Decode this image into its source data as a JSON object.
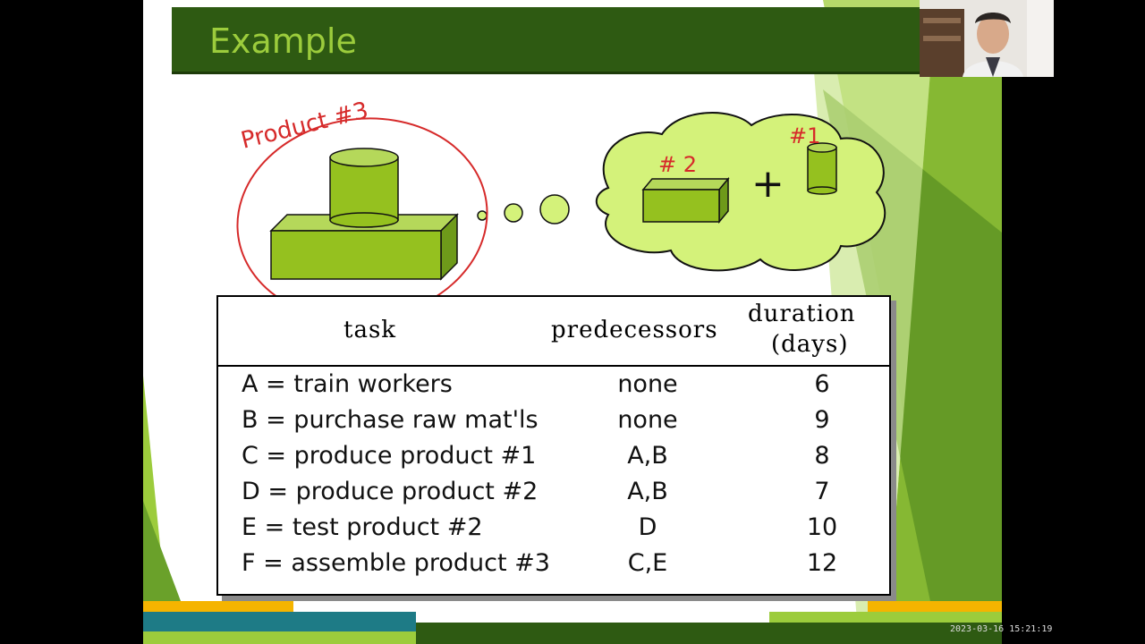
{
  "slide": {
    "title": "Example",
    "annotations": {
      "product3": "Product #3",
      "num2": "# 2",
      "num1": "#1",
      "plus": "+"
    },
    "table": {
      "headers": {
        "task": "task",
        "predecessors": "predecessors",
        "duration_line1": "duration",
        "duration_line2": "(days)"
      },
      "rows": [
        {
          "task": "A = train workers",
          "predecessors": "none",
          "duration": "6"
        },
        {
          "task": "B = purchase raw mat'ls",
          "predecessors": "none",
          "duration": "9"
        },
        {
          "task": "C = produce product #1",
          "predecessors": "A,B",
          "duration": "8"
        },
        {
          "task": "D = produce product #2",
          "predecessors": "A,B",
          "duration": "7"
        },
        {
          "task": "E = test product #2",
          "predecessors": "D",
          "duration": "10"
        },
        {
          "task": "F = assemble product #3",
          "predecessors": "C,E",
          "duration": "12"
        }
      ]
    }
  },
  "overlay": {
    "timestamp": "2023-03-16 15:21:19"
  },
  "colors": {
    "title_bg": "#2e5a12",
    "title_text": "#9ccc3c",
    "shape_green": "#95c11f",
    "cloud_green": "#d4f27a",
    "ink_red": "#d62a2a"
  },
  "icons": [
    "cylinder-shape",
    "box-shape",
    "thought-cloud"
  ]
}
